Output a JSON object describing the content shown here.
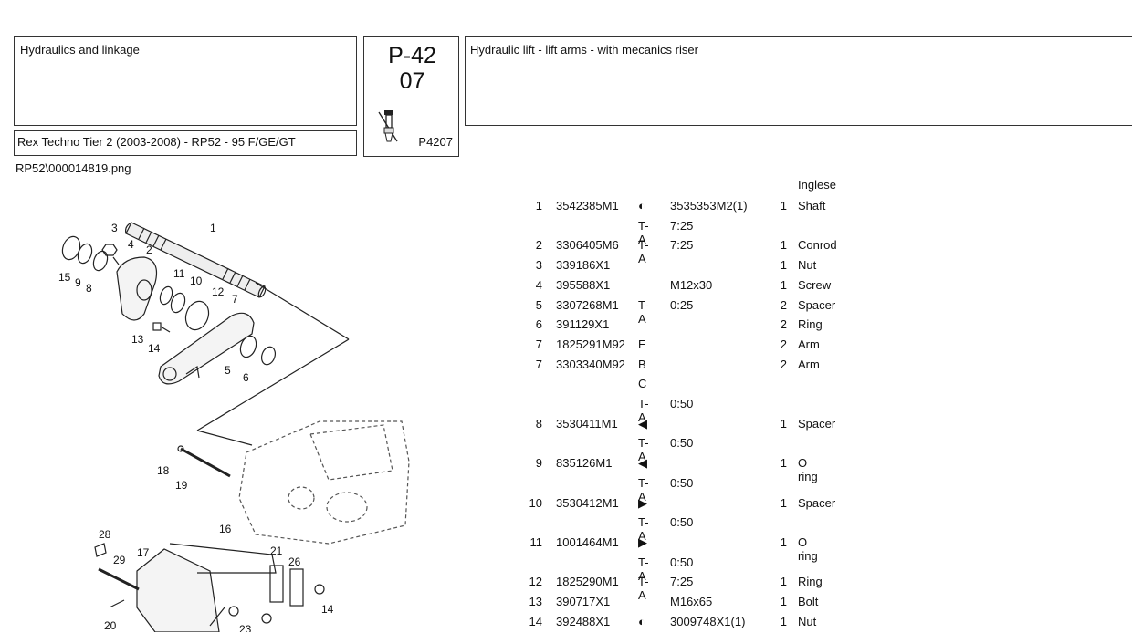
{
  "header": {
    "section": "Hydraulics and linkage",
    "model": "Rex Techno Tier 2 (2003-2008) - RP52 - 95 F/GE/GT",
    "page_number": "P-42",
    "page_sub": "07",
    "page_code": "P4207",
    "title": "Hydraulic lift - lift arms - with mecanics riser",
    "image_ref": "RP52\\000014819.png"
  },
  "table": {
    "language_header": "Inglese",
    "rows": [
      {
        "no": "1",
        "part": "3542385M1",
        "code": "◐",
        "spec": "3535353M2(1)",
        "qty": "1",
        "desc": "Shaft"
      },
      {
        "no": "",
        "part": "",
        "code": "T-A",
        "spec": "7:25",
        "qty": "",
        "desc": ""
      },
      {
        "no": "2",
        "part": "3306405M6",
        "code": "T-A",
        "spec": "7:25",
        "qty": "1",
        "desc": "Conrod"
      },
      {
        "no": "3",
        "part": "339186X1",
        "code": "",
        "spec": "",
        "qty": "1",
        "desc": "Nut"
      },
      {
        "no": "4",
        "part": "395588X1",
        "code": "",
        "spec": "M12x30",
        "qty": "1",
        "desc": "Screw"
      },
      {
        "no": "5",
        "part": "3307268M1",
        "code": "T-A",
        "spec": "0:25",
        "qty": "2",
        "desc": "Spacer"
      },
      {
        "no": "6",
        "part": "391129X1",
        "code": "",
        "spec": "",
        "qty": "2",
        "desc": "Ring"
      },
      {
        "no": "7",
        "part": "1825291M92",
        "code": "E",
        "spec": "",
        "qty": "2",
        "desc": "Arm"
      },
      {
        "no": "7",
        "part": "3303340M92",
        "code": "B",
        "spec": "",
        "qty": "2",
        "desc": "Arm"
      },
      {
        "no": "",
        "part": "",
        "code": "C",
        "spec": "",
        "qty": "",
        "desc": ""
      },
      {
        "no": "",
        "part": "",
        "code": "T-A",
        "spec": "0:50",
        "qty": "",
        "desc": ""
      },
      {
        "no": "8",
        "part": "3530411M1",
        "code": "◀",
        "spec": "",
        "qty": "1",
        "desc": "Spacer"
      },
      {
        "no": "",
        "part": "",
        "code": "T-A",
        "spec": "0:50",
        "qty": "",
        "desc": ""
      },
      {
        "no": "9",
        "part": "835126M1",
        "code": "◀",
        "spec": "",
        "qty": "1",
        "desc": "O ring"
      },
      {
        "no": "",
        "part": "",
        "code": "T-A",
        "spec": "0:50",
        "qty": "",
        "desc": ""
      },
      {
        "no": "10",
        "part": "3530412M1",
        "code": "▶",
        "spec": "",
        "qty": "1",
        "desc": "Spacer"
      },
      {
        "no": "",
        "part": "",
        "code": "T-A",
        "spec": "0:50",
        "qty": "",
        "desc": ""
      },
      {
        "no": "11",
        "part": "1001464M1",
        "code": "▶",
        "spec": "",
        "qty": "1",
        "desc": "O ring"
      },
      {
        "no": "",
        "part": "",
        "code": "T-A",
        "spec": "0:50",
        "qty": "",
        "desc": ""
      },
      {
        "no": "12",
        "part": "1825290M1",
        "code": "T-A",
        "spec": "7:25",
        "qty": "1",
        "desc": "Ring"
      },
      {
        "no": "13",
        "part": "390717X1",
        "code": "",
        "spec": "M16x65",
        "qty": "1",
        "desc": "Bolt"
      },
      {
        "no": "14",
        "part": "392488X1",
        "code": "◐",
        "spec": "3009748X1(1)",
        "qty": "1",
        "desc": "Nut"
      }
    ]
  },
  "drawing": {
    "callouts": [
      "1",
      "2",
      "3",
      "4",
      "15",
      "9",
      "8",
      "11",
      "10",
      "12",
      "7",
      "13",
      "14",
      "5",
      "6",
      "18",
      "19",
      "28",
      "29",
      "17",
      "16",
      "21",
      "26",
      "14",
      "20",
      "23"
    ]
  }
}
